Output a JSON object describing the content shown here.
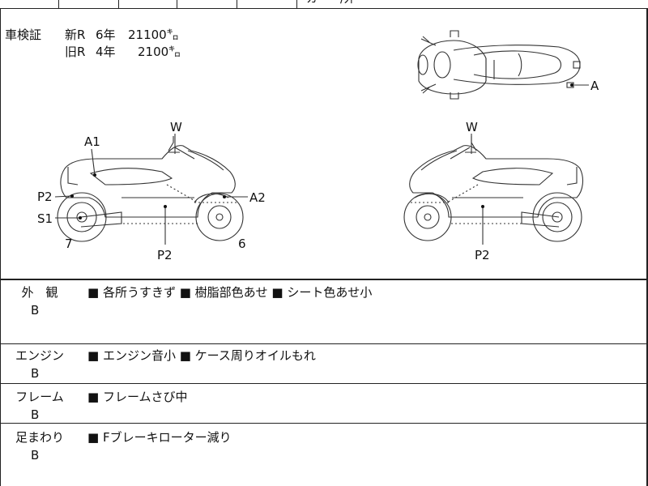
{
  "header_strip": {
    "partial_text": "カ・ー/外"
  },
  "inspection": {
    "label": "車検証",
    "new_row": {
      "type": "新R",
      "years": "6年",
      "value": "21100㌔"
    },
    "old_row": {
      "type": "旧R",
      "years": "4年",
      "value": "2100㌔"
    }
  },
  "diagram_labels": {
    "top_view_A": "A",
    "left_W": "W",
    "left_A1": "A1",
    "left_P2_rear": "P2",
    "left_S1": "S1",
    "left_A2": "A2",
    "left_P2_bottom": "P2",
    "left_num_7": "7",
    "left_num_6": "6",
    "right_W": "W",
    "right_P2": "P2"
  },
  "sections": [
    {
      "title": "外　観",
      "grade": "B",
      "notes": "■ 各所うすきず ■ 樹脂部色あせ ■ シート色あせ小"
    },
    {
      "title": "エンジン",
      "grade": "B",
      "notes": "■ エンジン音小 ■ ケース周りオイルもれ"
    },
    {
      "title": "フレーム",
      "grade": "B",
      "notes": "■ フレームさび中"
    },
    {
      "title": "足まわり",
      "grade": "B",
      "notes": "■ Fブレーキローター減り"
    }
  ]
}
